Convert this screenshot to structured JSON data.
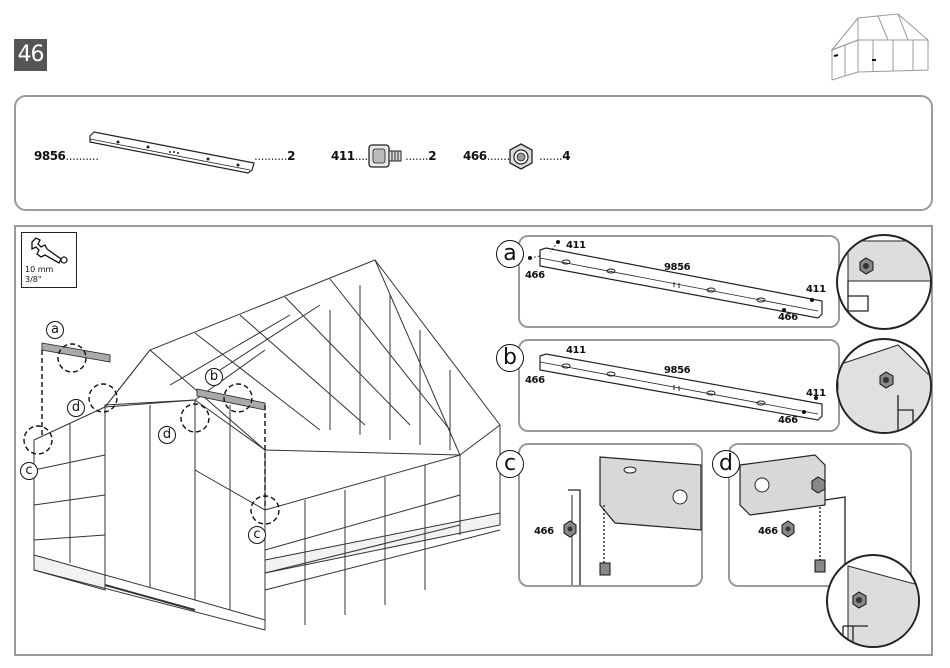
{
  "page": {
    "number": "46"
  },
  "parts": [
    {
      "code": "9856",
      "qty": "2"
    },
    {
      "code": "411",
      "qty": "2"
    },
    {
      "code": "466",
      "qty": "4"
    }
  ],
  "tool": {
    "size_metric": "10 mm",
    "size_imperial": "3/8\""
  },
  "steps": {
    "a": {
      "label": "a",
      "part": "9856",
      "bolt": "411",
      "nut": "466"
    },
    "b": {
      "label": "b",
      "part": "9856",
      "bolt": "411",
      "nut": "466"
    },
    "c": {
      "label": "c",
      "nut": "466"
    },
    "d": {
      "label": "d",
      "nut": "466"
    }
  },
  "callouts": [
    "a",
    "b",
    "c",
    "d",
    "c",
    "d"
  ]
}
